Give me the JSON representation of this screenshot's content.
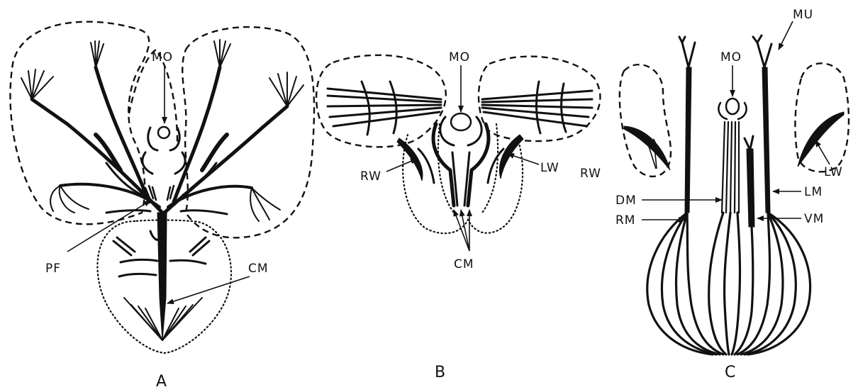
{
  "panels": [
    {
      "id": "A",
      "label": "A",
      "callouts": {
        "mouth": "MO",
        "pharynx_fold": "PF",
        "central_muscle": "CM"
      }
    },
    {
      "id": "B",
      "label": "B",
      "callouts": {
        "mouth": "MO",
        "right_wing": "RW",
        "left_wing": "LW",
        "central_muscle": "CM"
      }
    },
    {
      "id": "C",
      "label": "C",
      "callouts": {
        "muscle_unit": "MU",
        "mouth": "MO",
        "right_wing": "RW",
        "left_wing": "LW",
        "dorsal_muscle": "DM",
        "lateral_muscle": "LM",
        "right_muscle": "RM",
        "ventral_muscle": "VM"
      }
    }
  ]
}
